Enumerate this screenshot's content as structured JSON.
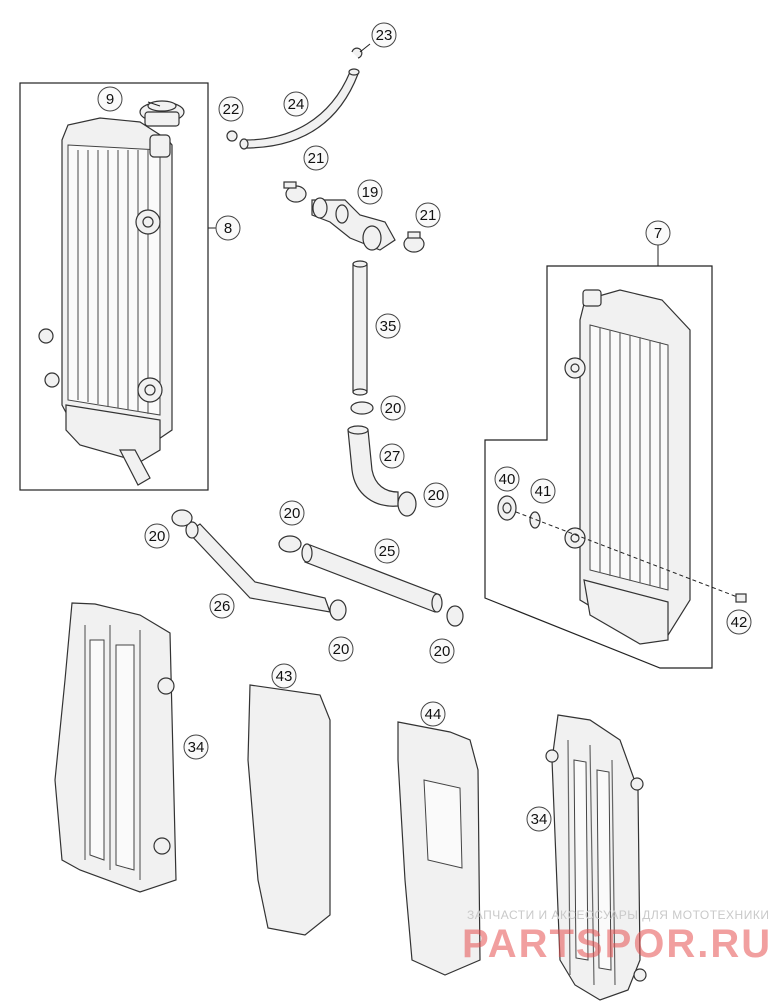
{
  "callouts": [
    {
      "id": "23",
      "label": "23"
    },
    {
      "id": "9",
      "label": "9"
    },
    {
      "id": "22",
      "label": "22"
    },
    {
      "id": "24",
      "label": "24"
    },
    {
      "id": "21a",
      "label": "21"
    },
    {
      "id": "19",
      "label": "19"
    },
    {
      "id": "21b",
      "label": "21"
    },
    {
      "id": "8",
      "label": "8"
    },
    {
      "id": "7",
      "label": "7"
    },
    {
      "id": "35",
      "label": "35"
    },
    {
      "id": "20a",
      "label": "20"
    },
    {
      "id": "27",
      "label": "27"
    },
    {
      "id": "20b",
      "label": "20"
    },
    {
      "id": "40",
      "label": "40"
    },
    {
      "id": "41",
      "label": "41"
    },
    {
      "id": "20c",
      "label": "20"
    },
    {
      "id": "20d",
      "label": "20"
    },
    {
      "id": "25",
      "label": "25"
    },
    {
      "id": "26",
      "label": "26"
    },
    {
      "id": "20e",
      "label": "20"
    },
    {
      "id": "20f",
      "label": "20"
    },
    {
      "id": "42",
      "label": "42"
    },
    {
      "id": "43",
      "label": "43"
    },
    {
      "id": "44",
      "label": "44"
    },
    {
      "id": "34a",
      "label": "34"
    },
    {
      "id": "34b",
      "label": "34"
    }
  ],
  "watermark": {
    "tagline": "ЗАПЧАСТИ И АКСЕССУАРЫ ДЛЯ МОТОТЕХНИКИ",
    "brand": "PARTSPOR.RU"
  },
  "colors": {
    "line": "#222222",
    "part_fill": "#f1f1f1",
    "watermark": "#e65050"
  }
}
